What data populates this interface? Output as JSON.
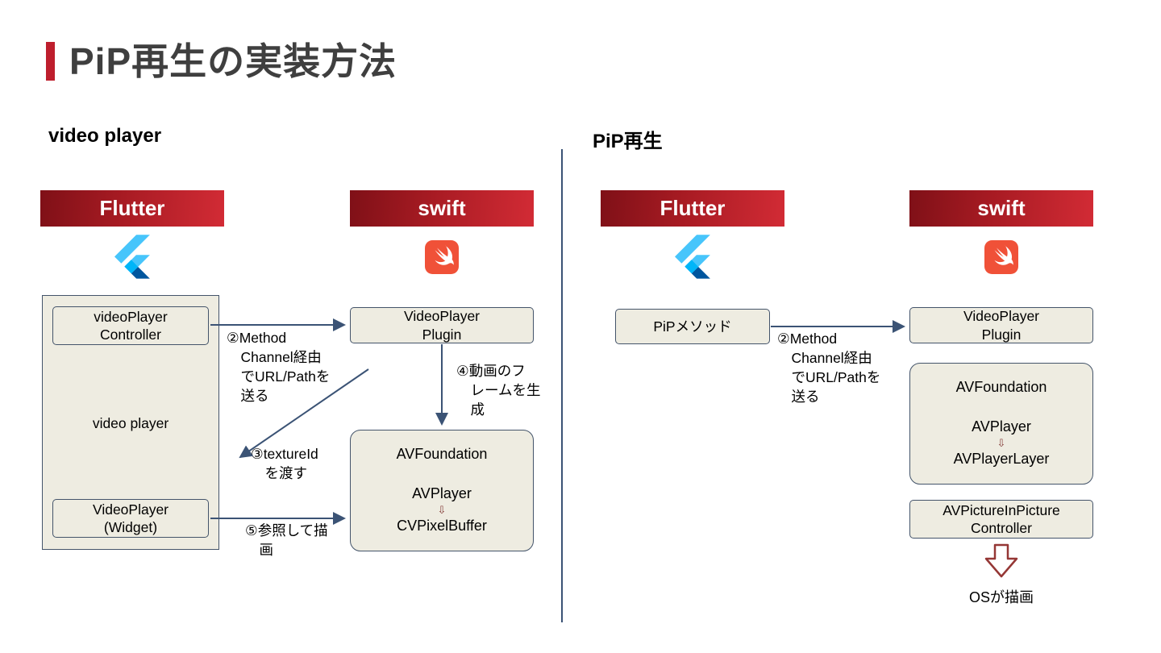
{
  "title": "PiP再生の実装方法",
  "colors": {
    "accent_red": "#be1e2d",
    "header_gradient": [
      "#7f1017",
      "#d22b35"
    ],
    "box_fill": "#eeece1",
    "box_border": "#44546a",
    "arrow": "#3b5375",
    "block_arrow_outline": "#953735",
    "flutter_blue_light": "#47c5fb",
    "flutter_blue_dark": "#00569e",
    "swift_orange": "#f05138"
  },
  "left": {
    "section_label": "video player",
    "headers": {
      "flutter": "Flutter",
      "swift": "swift"
    },
    "boxes": {
      "controller": "videoPlayer\nController",
      "outer_label": "video player",
      "widget": "VideoPlayer\n(Widget)",
      "plugin": "VideoPlayer\nPlugin",
      "av_title": "AVFoundation",
      "av_player": "AVPlayer",
      "av_arrow": "⇩",
      "av_bottom": "CVPixelBuffer"
    },
    "labels": {
      "step2": "②Method\n　Channel経由\n　でURL/Pathを\n　送る",
      "step3": "③textureId\n　を渡す",
      "step4": "④動画のフ\n　レームを生\n　成",
      "step5": "⑤参照して描\n　画"
    }
  },
  "right": {
    "section_label": "PiP再生",
    "headers": {
      "flutter": "Flutter",
      "swift": "swift"
    },
    "boxes": {
      "pip_method": "PiPメソッド",
      "plugin": "VideoPlayer\nPlugin",
      "av_title": "AVFoundation",
      "av_player": "AVPlayer",
      "av_arrow": "⇩",
      "av_bottom": "AVPlayerLayer",
      "pip_controller": "AVPictureInPicture\nController"
    },
    "labels": {
      "step2": "②Method\n　Channel経由\n　でURL/Pathを\n　送る",
      "os_draw": "OSが描画"
    }
  }
}
